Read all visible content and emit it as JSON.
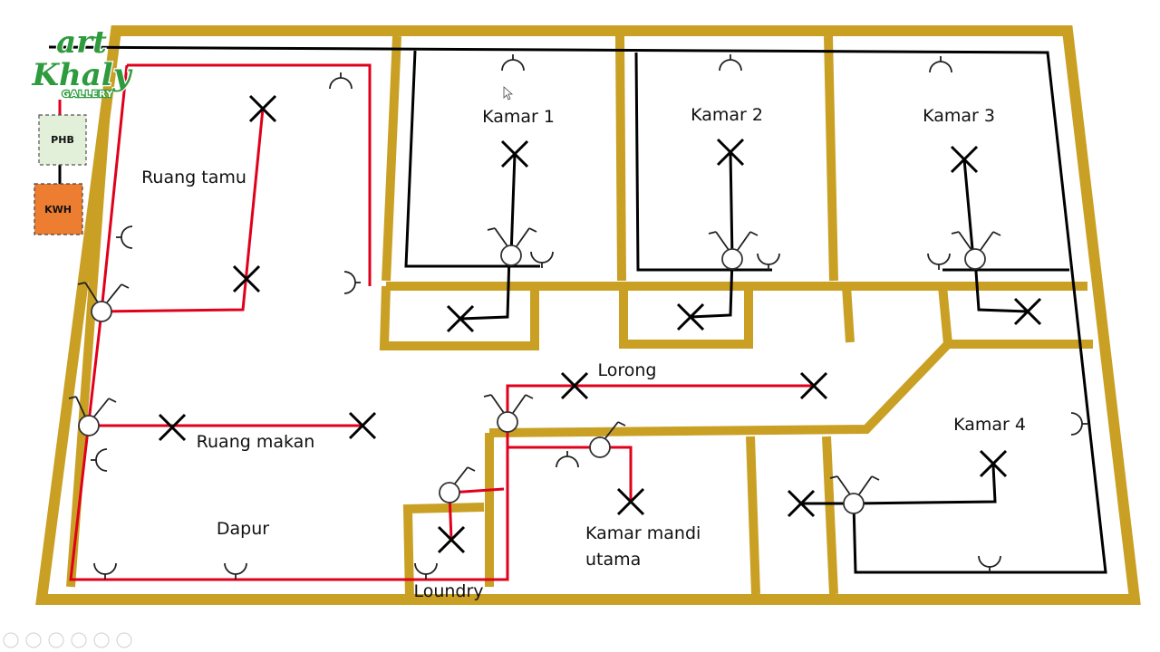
{
  "logo": {
    "line1": "art",
    "line2": "Khaly",
    "sub": "GALLERY"
  },
  "panels": {
    "phb": "PHB",
    "kwh": "KWH"
  },
  "rooms": {
    "ruang_tamu": "Ruang tamu",
    "kamar_1": "Kamar 1",
    "kamar_2": "Kamar 2",
    "kamar_3": "Kamar 3",
    "kamar_4": "Kamar 4",
    "lorong": "Lorong",
    "ruang_makan": "Ruang makan",
    "dapur": "Dapur",
    "kamar_mandi_line1": "Kamar mandi",
    "kamar_mandi_line2": "utama",
    "loundry": "Loundry"
  },
  "colors": {
    "wall": "#C9A024",
    "circuit_red": "#E0001B",
    "circuit_black": "#000000",
    "phb_fill": "#E2F0D9",
    "kwh_fill": "#ED7D31",
    "logo_green": "#2E9B3E"
  },
  "icons": [
    "lamp-x-icon",
    "switch-icon",
    "socket-icon",
    "mouse-cursor-icon"
  ]
}
